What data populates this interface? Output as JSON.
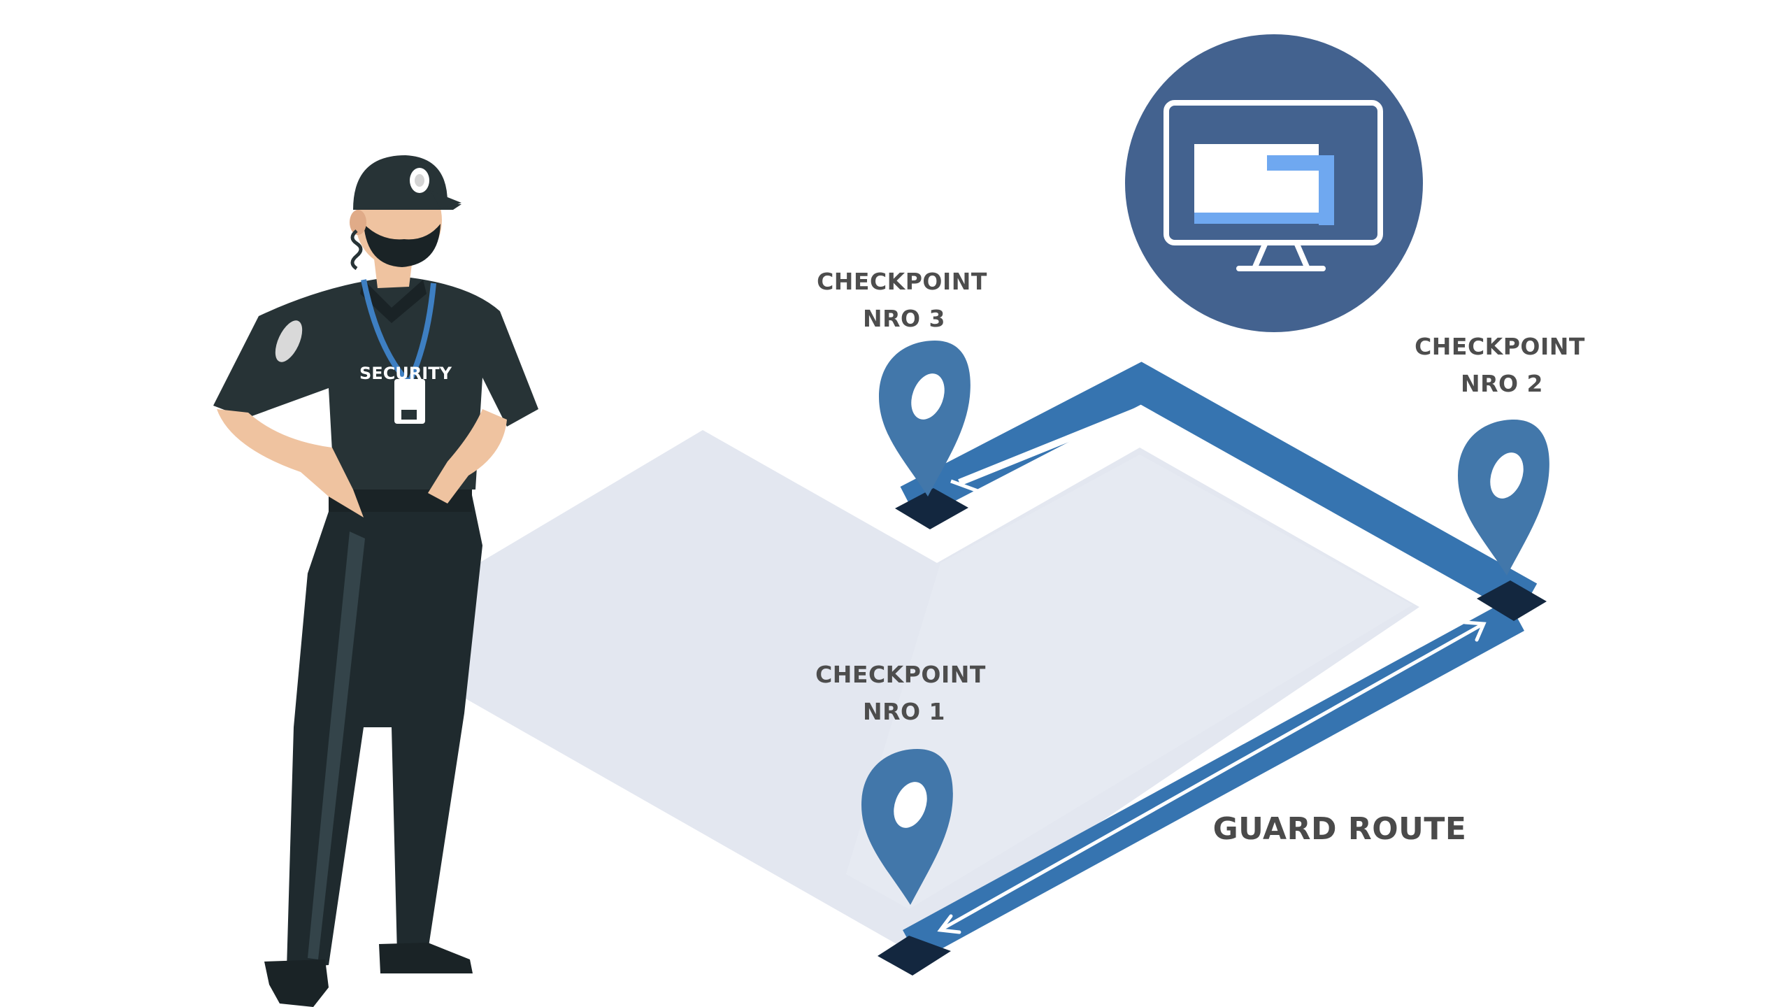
{
  "checkpoints": {
    "cp1": {
      "line1": "CHECKPOINT",
      "line2": "NRO 1"
    },
    "cp2": {
      "line1": "CHECKPOINT",
      "line2": "NRO 2"
    },
    "cp3": {
      "line1": "CHECKPOINT",
      "line2": "NRO 3"
    }
  },
  "route": {
    "label": "GUARD ROUTE"
  },
  "guard": {
    "badge": "SECURITY"
  },
  "colors": {
    "route_blue": "#3674b0",
    "route_edge": "#13273f",
    "floor": "#e2e6ef",
    "pin": "#4277aa",
    "monitor_circle": "#43628f",
    "monitor_accent": "#6fa8f0",
    "uniform": "#1f2a2e",
    "skin": "#efc3a0",
    "lanyard": "#3e7fc2",
    "text": "#4d4d4d"
  },
  "icons": [
    "map-pin-icon",
    "monitor-icon",
    "double-arrow-icon"
  ]
}
